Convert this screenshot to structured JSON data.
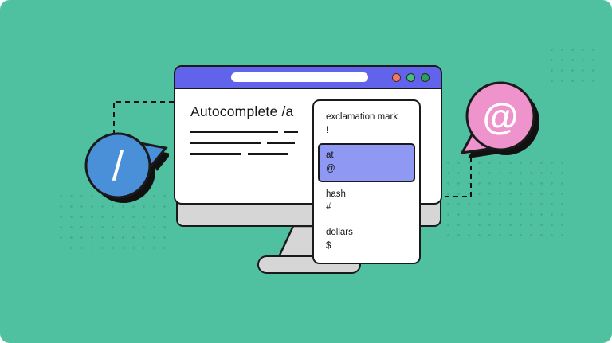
{
  "browser": {
    "heading": "Autocomplete /a"
  },
  "menu": {
    "items": [
      {
        "label": "exclamation mark",
        "symbol": "!"
      },
      {
        "label": "at",
        "symbol": "@"
      },
      {
        "label": "hash",
        "symbol": "#"
      },
      {
        "label": "dollars",
        "symbol": "$"
      }
    ],
    "highlighted_item": "at"
  },
  "bubbles": {
    "left": {
      "glyph": "/"
    },
    "right": {
      "glyph": "@"
    }
  },
  "colors": {
    "background": "#4fc1a1",
    "browser_bar": "#6163ea",
    "menu_highlight": "#8f99f3",
    "left_bubble": "#4a90d8",
    "right_bubble": "#ef93cd",
    "monitor": "#d6d6d6",
    "outline": "#1a1a1a",
    "window_buttons": [
      "#ee7a68",
      "#46c17b",
      "#2f9e5c"
    ]
  }
}
